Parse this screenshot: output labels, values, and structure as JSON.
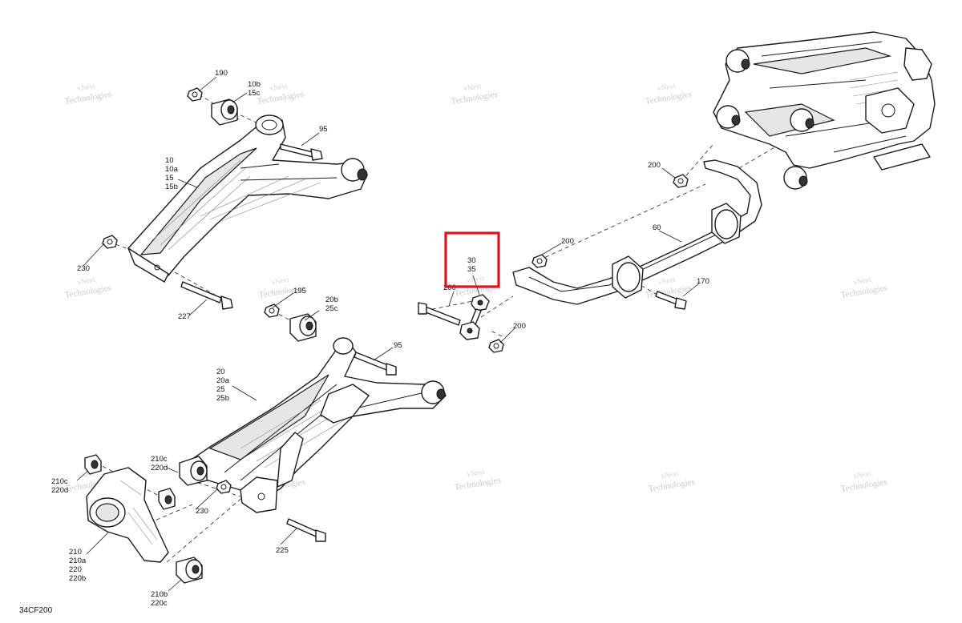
{
  "diagram": {
    "watermark_line1": "vNext",
    "watermark_line2": "Technologies",
    "diagram_code": "34CF200",
    "colors": {
      "highlight": "#d9161c",
      "line": "#1a1a1a",
      "watermark": "#c9c9c9"
    },
    "labels": {
      "l190": "190",
      "l10b": "10b",
      "l15c": "15c",
      "l95a": "95",
      "l10": "10",
      "l10a": "10a",
      "l15": "15",
      "l15b": "15b",
      "l230a": "230",
      "l227": "227",
      "l195": "195",
      "l20b": "20b",
      "l25c": "25c",
      "l95b": "95",
      "l20": "20",
      "l20a": "20a",
      "l25": "25",
      "l25b": "25b",
      "l210c_a": "210c",
      "l220d_a": "220d",
      "l210c_b": "210c",
      "l220d_b": "220d",
      "l230b": "230",
      "l225": "225",
      "l210": "210",
      "l210a": "210a",
      "l220": "220",
      "l220b": "220b",
      "l210b": "210b",
      "l220c": "220c",
      "l30": "30",
      "l35": "35",
      "l200a": "200",
      "l200b": "200",
      "l200c": "200",
      "l200d": "200",
      "l60": "60",
      "l170": "170"
    }
  }
}
